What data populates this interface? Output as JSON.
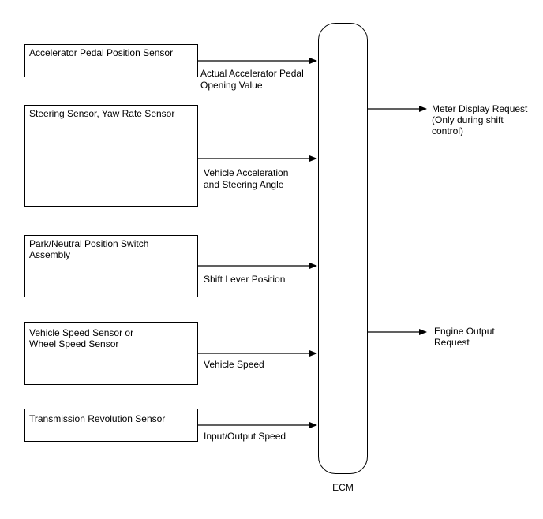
{
  "inputs": [
    {
      "sensor": "Accelerator Pedal Position Sensor",
      "signal": "Actual Accelerator Pedal\nOpening Value"
    },
    {
      "sensor": "Steering Sensor, Yaw Rate Sensor",
      "signal": "Vehicle Acceleration\nand Steering Angle"
    },
    {
      "sensor": "Park/Neutral Position Switch\nAssembly",
      "signal": "Shift Lever Position"
    },
    {
      "sensor": "Vehicle Speed Sensor or\nWheel Speed Sensor",
      "signal": "Vehicle Speed"
    },
    {
      "sensor": "Transmission Revolution Sensor",
      "signal": "Input/Output Speed"
    }
  ],
  "ecm": {
    "label": "ECM"
  },
  "outputs": [
    {
      "signal": "Meter Display Request\n(Only during shift\ncontrol)"
    },
    {
      "signal": "Engine Output\nRequest"
    }
  ]
}
